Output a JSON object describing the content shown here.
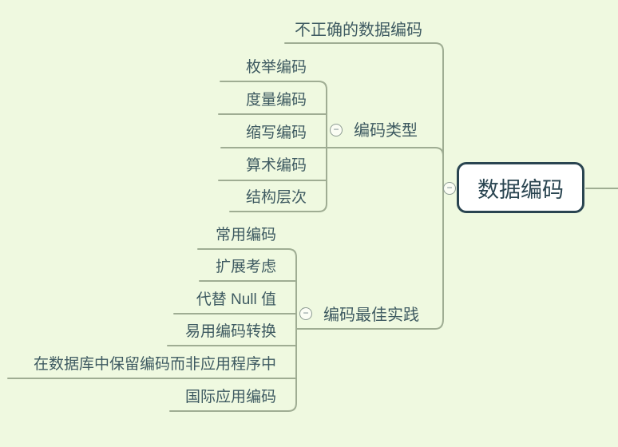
{
  "app": {
    "view": "mindmap-canvas"
  },
  "root": {
    "label": "数据编码"
  },
  "branches": [
    {
      "label": "不正确的数据编码",
      "children": []
    },
    {
      "label": "编码类型",
      "collapsed": false,
      "children": [
        "枚举编码",
        "度量编码",
        "缩写编码",
        "算术编码",
        "结构层次"
      ]
    },
    {
      "label": "编码最佳实践",
      "collapsed": false,
      "children": [
        "常用编码",
        "扩展考虑",
        "代替 Null 值",
        "易用编码转换",
        "在数据库中保留编码而非应用程序中",
        "国际应用编码"
      ]
    }
  ],
  "icons": {
    "minus": "−"
  },
  "colors": {
    "background": "#eff9e0",
    "line": "#9fad93",
    "text": "#3e5a61",
    "root_border": "#2a4551",
    "node_fill": "#ffffff"
  }
}
